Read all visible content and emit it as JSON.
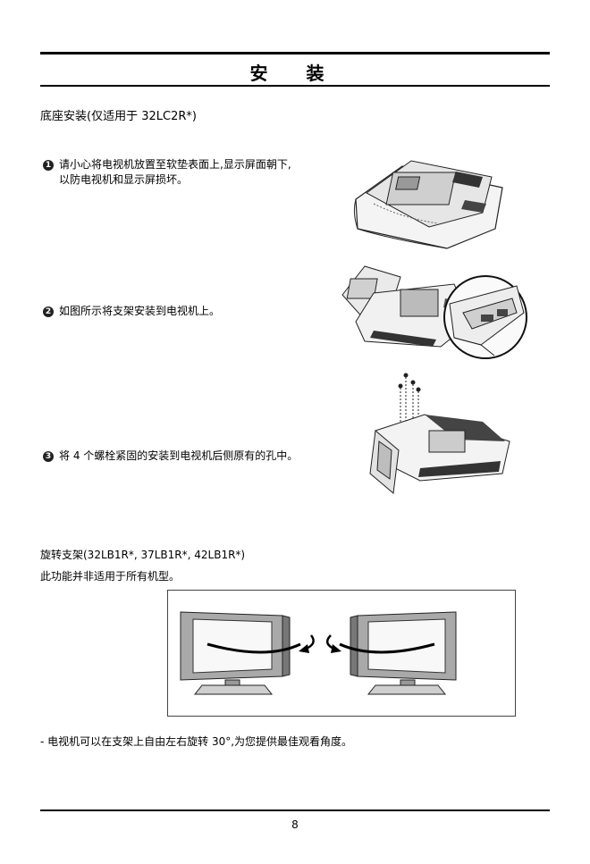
{
  "header": {
    "title": "安 装"
  },
  "section1": {
    "heading": "底座安装(仅适用于 32LC2R*)",
    "steps": [
      {
        "number": "1",
        "lines": [
          "请小心将电视机放置至软垫表面上,显示屏面朝下,",
          "以防电视机和显示屏损坏。"
        ]
      },
      {
        "number": "2",
        "lines": [
          "如图所示将支架安装到电视机上。"
        ]
      },
      {
        "number": "3",
        "lines": [
          "将 4 个螺栓紧固的安装到电视机后侧原有的孔中。"
        ]
      }
    ]
  },
  "section2": {
    "heading": "旋转支架(32LB1R*, 37LB1R*, 42LB1R*)",
    "subheading": "此功能并非适用于所有机型。",
    "note": "- 电视机可以在支架上自由左右旋转 30°,为您提供最佳观看角度。"
  },
  "footer": {
    "page_number": "8"
  }
}
